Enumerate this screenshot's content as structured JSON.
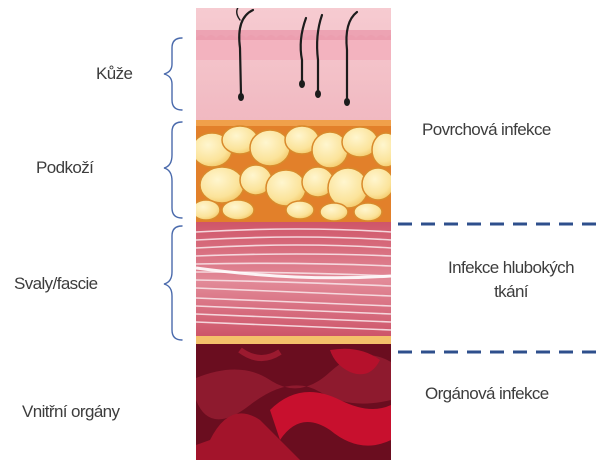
{
  "layers": {
    "skin": "Kůže",
    "subcutis": "Podkoží",
    "muscle": "Svaly/fascie",
    "organs": "Vnitřní orgány"
  },
  "infections": {
    "superficial": "Povrchová infekce",
    "deep_line1": "Infekce hlubokých",
    "deep_line2": "tkání",
    "organ": "Orgánová infekce"
  },
  "colors": {
    "skin": "#f4c2c8",
    "skin_surface": "#e98fa3",
    "fat_bg": "#e8862a",
    "fat_lobule": "#fbe7a2",
    "muscle": "#d9677a",
    "muscle_stripe": "#f5d3d9",
    "fascia": "#f6c86a",
    "organ_bg": "#6a0d1f",
    "organ_vessel": "#c8102e",
    "brace": "#3f5fa0",
    "dash": "#2e4f8c"
  }
}
